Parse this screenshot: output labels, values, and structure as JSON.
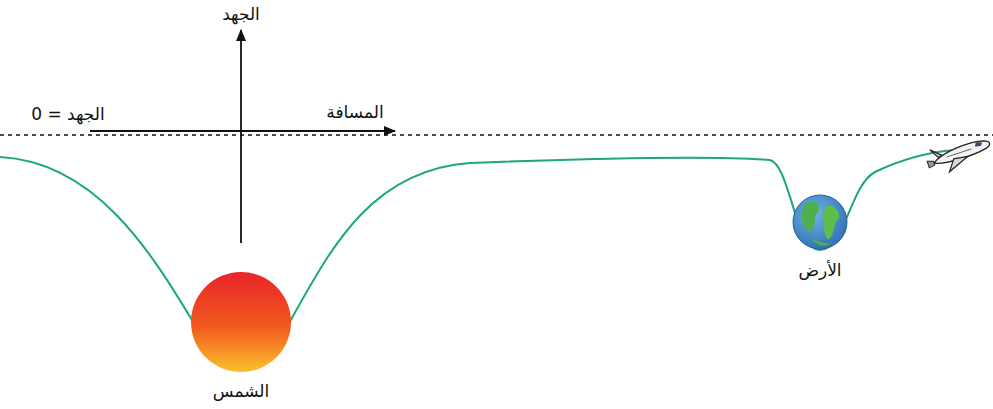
{
  "diagram": {
    "labels": [
      "الجهد",
      "الجهد = 0",
      "المسافة",
      "الشمس",
      "الأرض"
    ]
  }
}
